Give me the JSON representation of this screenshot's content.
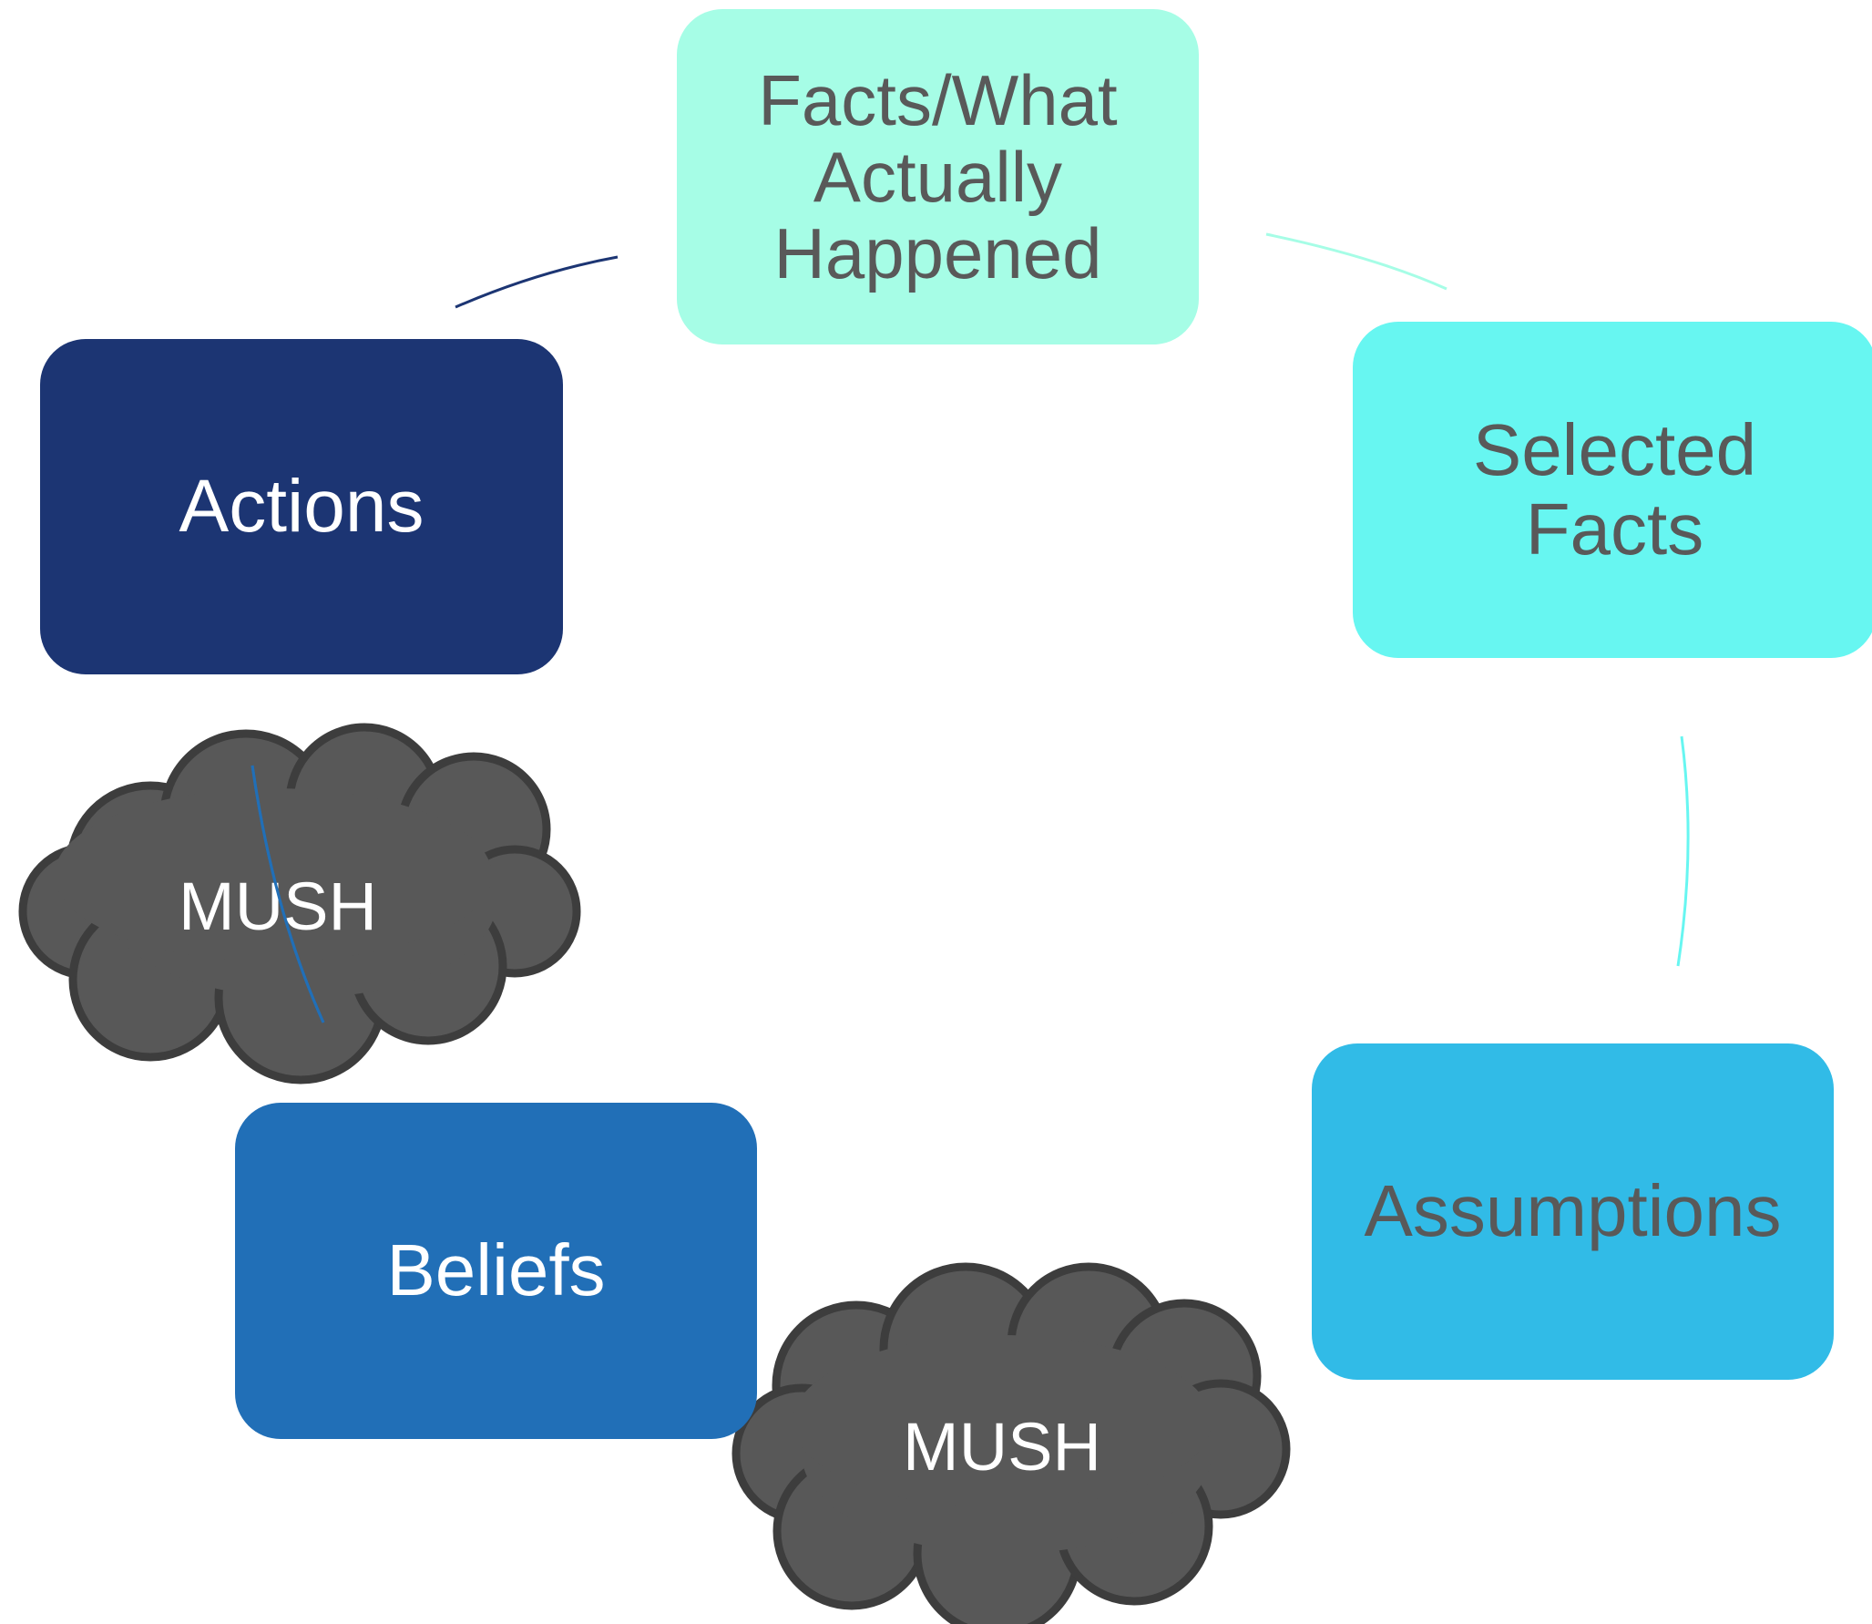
{
  "colors": {
    "facts_fill": "#a6fde6",
    "selected_fill": "#67f6f1",
    "assumptions_fill": "#31bbe7",
    "beliefs_fill": "#216fb7",
    "actions_fill": "#1c3573",
    "dark_text": "#595959",
    "light_text": "#ffffff",
    "cloud_fill": "#585858",
    "cloud_stroke": "#3d3d3d"
  },
  "nodes": {
    "facts": "Facts/What\nActually\nHappened",
    "selected": "Selected\nFacts",
    "assumptions": "Assumptions",
    "beliefs": "Beliefs",
    "actions": "Actions"
  },
  "clouds": {
    "upper": "MUSH",
    "lower": "MUSH"
  }
}
